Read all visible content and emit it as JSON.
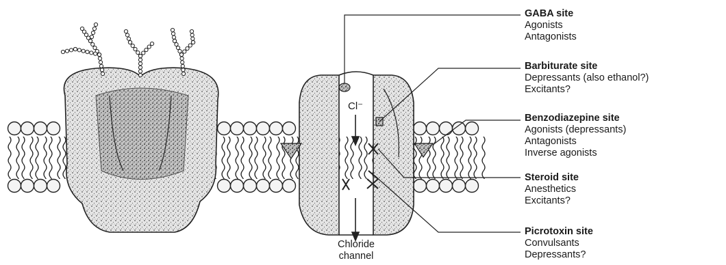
{
  "sites": [
    {
      "title": "GABA site",
      "lines": [
        "Agonists",
        "Antagonists"
      ]
    },
    {
      "title": "Barbiturate site",
      "lines": [
        "Depressants (also ethanol?)",
        "Excitants?"
      ]
    },
    {
      "title": "Benzodiazepine site",
      "lines": [
        "Agonists (depressants)",
        "Antagonists",
        "Inverse agonists"
      ]
    },
    {
      "title": "Steroid site",
      "lines": [
        "Anesthetics",
        "Excitants?"
      ]
    },
    {
      "title": "Picrotoxin site",
      "lines": [
        "Convulsants",
        "Depressants?"
      ]
    }
  ],
  "ion": "Cl⁻",
  "channel_label": [
    "Chloride",
    "channel"
  ],
  "colors": {
    "ink": "#1a1a1a",
    "protein_fill": "#d9d9d9",
    "background": "#ffffff"
  }
}
